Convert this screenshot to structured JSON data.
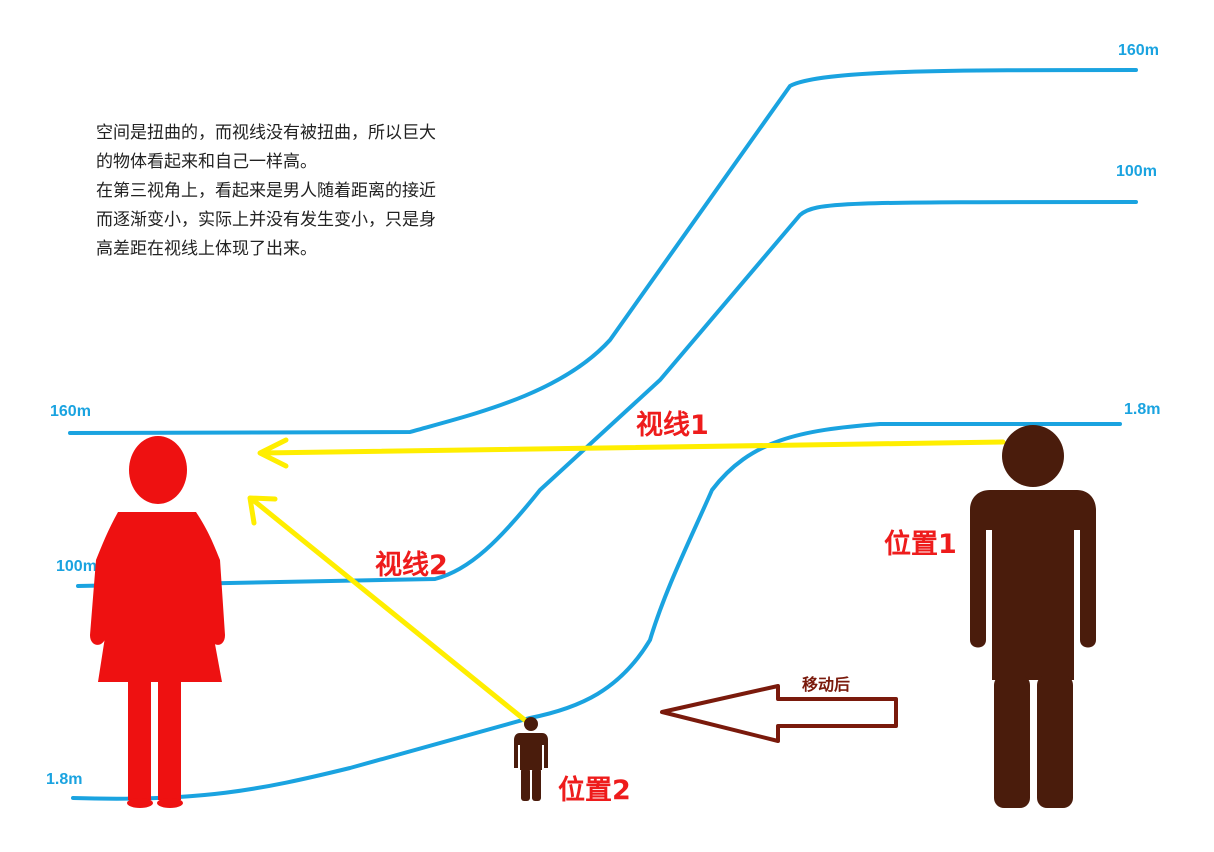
{
  "description": {
    "line1": "空间是扭曲的，而视线没有被扭曲，所以巨大的物体看起来和自己一样高。",
    "line2": "在第三视角上，看起来是男人随着距离的接近而逐渐变小，实际上并没有发生变小，只是身高差距在视线上体现了出来。"
  },
  "levels": {
    "top": "160m",
    "middle": "100m",
    "bottom": "1.8m"
  },
  "sightlines": {
    "line1": "视线1",
    "line2": "视线2"
  },
  "positions": {
    "position1": "位置1",
    "position2": "位置2"
  },
  "arrow_label": "移动后",
  "colors": {
    "contour": "#1aa3e0",
    "sightline": "#ffee00",
    "woman": "#ee1111",
    "man": "#4a1c0c",
    "label": "#ee1c1c",
    "text": "#222222",
    "arrow_outline": "#7a1a0c"
  }
}
